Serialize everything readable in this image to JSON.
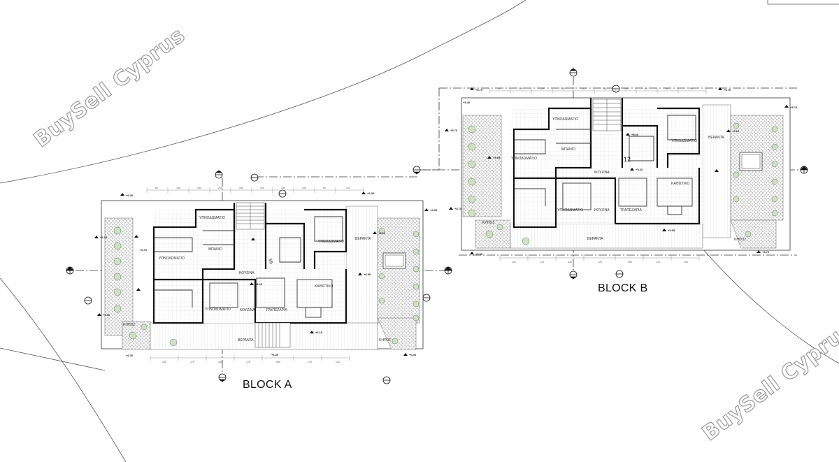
{
  "watermark": {
    "text": "BuySell Cyprus"
  },
  "block_a": {
    "label": "BLOCK A",
    "number": "5",
    "rooms": {
      "bedroom_1": "ΥΠΝΟΔΩΜΑΤΙΟ",
      "bedroom_2": "ΥΠΝΟΔΩΜΑΤΙΟ",
      "bedroom_3": "ΥΠΝΟΔΩΜΑΤΙΟ",
      "bedroom_4": "ΥΠΝΟΔΩΜΑΤΙΟ",
      "bathroom": "ΜΠΑΝΙΟ",
      "kitchen_1": "ΚΟΥΖΙΝΑ",
      "kitchen_2": "ΚΟΥΖΙΝΑ",
      "dining": "ΤΡΑΠΕΖΑΡΙΑ",
      "living": "ΚΑΘΙΣΤΙΚΟ",
      "veranda_1": "ΒΕΡΑΝΤΑ",
      "veranda_2": "ΒΕΡΑΝΤΑ",
      "garden_1": "ΚΗΠΟΣ",
      "garden_2": "ΚΗΠΟΣ"
    },
    "levels": {
      "l1": "+6.30",
      "l2": "+6.30",
      "l3": "+6.30",
      "l4": "+6.30",
      "l5": "+6.70",
      "l6": "+6.20",
      "l7": "+6.15",
      "l8": "+6.30",
      "l9": "+6.30",
      "l10": "+6.55",
      "l11": "+6.10",
      "l12": "+6.30",
      "l13": "+6.30"
    }
  },
  "block_b": {
    "label": "BLOCK B",
    "number": "12",
    "rooms": {
      "bedroom_1": "ΥΠΝΟΔΩΜΑΤΙΟ",
      "bedroom_2": "ΥΠΝΟΔΩΜΑΤΙΟ",
      "bedroom_3": "ΥΠΝΟΔΩΜΑΤΙΟ",
      "bedroom_4": "ΥΠΝΟΔΩΜΑΤΙΟ",
      "bathroom": "ΜΠΑΝΙΟ",
      "kitchen_1": "ΚΟΥΖΙΝΑ",
      "kitchen_2": "ΚΟΥΖΙΝΑ",
      "dining": "ΤΡΑΠΕΖΑΡΙΑ",
      "living": "ΚΑΘΙΣΤΙΚΟ",
      "veranda_1": "ΒΕΡΑΝΤΑ",
      "veranda_2": "ΒΕΡΑΝΤΑ",
      "garden_1": "ΚΗΠΟΣ",
      "garden_2": "ΚΗΠΟΣ"
    },
    "levels": {
      "l1": "+5.70",
      "l2": "+5.40",
      "l3": "+5.70",
      "l4": "+5.70",
      "l5": "+5.55",
      "l6": "+5.60",
      "l7": "+5.43",
      "l8": "+5.55",
      "l9": "+5.70",
      "l10": "+5.70",
      "l11": "+5.70",
      "l12": "+5.10",
      "l13": "+5.85"
    }
  }
}
